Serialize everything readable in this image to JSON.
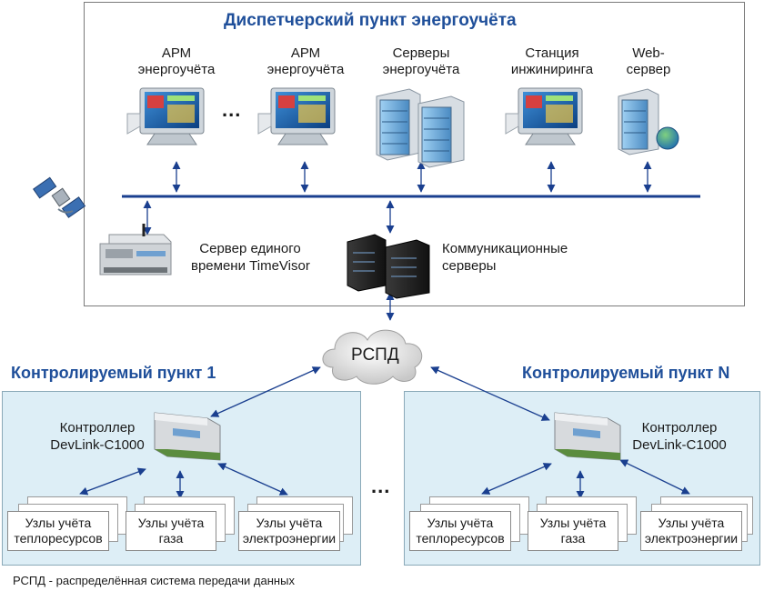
{
  "dispatch": {
    "title": "Диспетчерский пункт энергоучёта",
    "arm1": [
      "АРМ",
      "энергоучёта"
    ],
    "arm2": [
      "АРМ",
      "энергоучёта"
    ],
    "servers": [
      "Серверы",
      "энергоучёта"
    ],
    "engineering": [
      "Станция",
      "инжиниринга"
    ],
    "web": [
      "Web-",
      "сервер"
    ],
    "ellipsis": "...",
    "time_server": [
      "Сервер единого",
      "времени TimeVisor"
    ],
    "comm_servers": [
      "Коммуникационные",
      "серверы"
    ]
  },
  "network": {
    "label": "РСПД"
  },
  "site1": {
    "title": "Контролируемый пункт 1",
    "controller": [
      "Контроллер",
      "DevLink-C1000"
    ],
    "nodes": [
      [
        "Узлы учёта",
        "теплоресурсов"
      ],
      [
        "Узлы учёта",
        "газа"
      ],
      [
        "Узлы учёта",
        "электроэнергии"
      ]
    ]
  },
  "siteN": {
    "title": "Контролируемый пункт N",
    "controller": [
      "Контроллер",
      "DevLink-C1000"
    ],
    "nodes": [
      [
        "Узлы учёта",
        "теплоресурсов"
      ],
      [
        "Узлы учёта",
        "газа"
      ],
      [
        "Узлы учёта",
        "электроэнергии"
      ]
    ]
  },
  "between_sites": "...",
  "legend": "РСПД - распределённая система передачи данных",
  "colors": {
    "title": "#1f4f9a",
    "bus": "#1a3f8f",
    "site_bg": "#ddeef6"
  },
  "icons": {
    "workstation": "workstation-icon",
    "server": "server-rack-icon",
    "globe": "globe-icon",
    "satellite": "satellite-icon",
    "controller": "controller-icon",
    "cloud": "cloud-icon"
  }
}
